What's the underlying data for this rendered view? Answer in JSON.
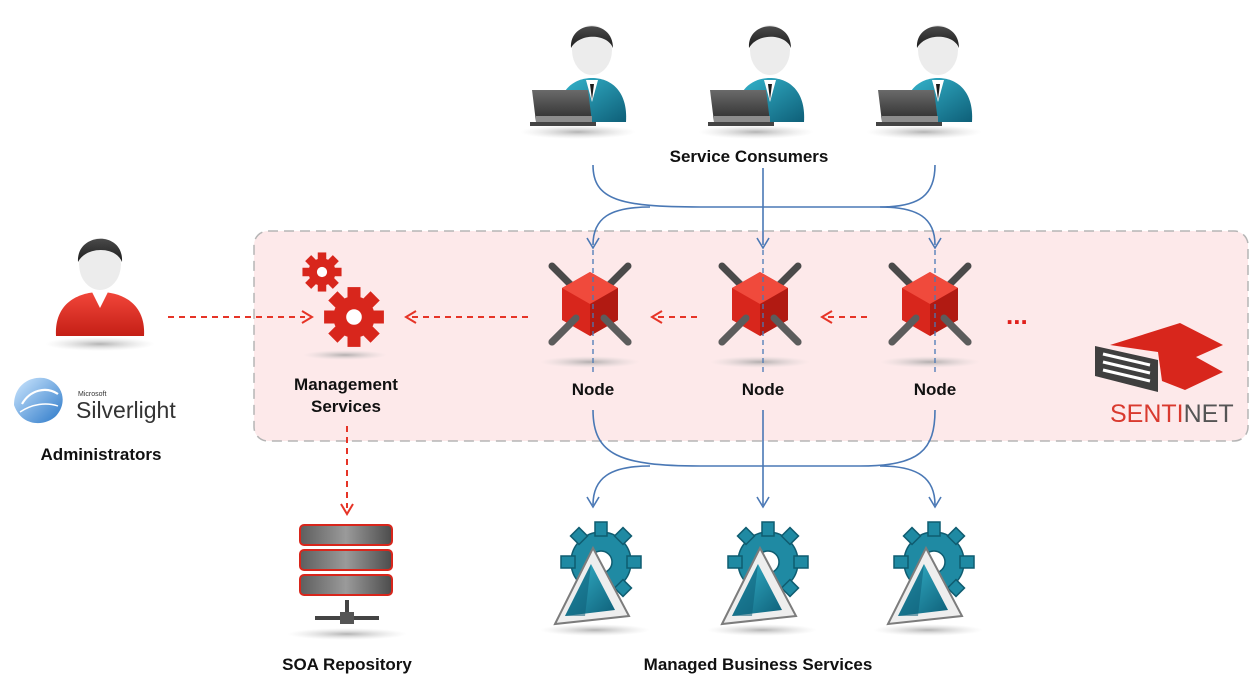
{
  "labels": {
    "service_consumers": "Service Consumers",
    "management_services_line1": "Management",
    "management_services_line2": "Services",
    "administrators": "Administrators",
    "soa_repository": "SOA Repository",
    "managed_business_services": "Managed Business Services",
    "node_1": "Node",
    "node_2": "Node",
    "node_3": "Node",
    "more_nodes": "...",
    "brand_part1": "SENTI",
    "brand_part2": "NET",
    "silverlight_microsoft": "Microsoft",
    "silverlight_name": "Silverlight"
  },
  "icons": {
    "consumer": "user-laptop-icon",
    "node": "node-cube-icon",
    "management": "gears-icon",
    "administrator": "administrator-user-icon",
    "repository": "database-server-icon",
    "service": "business-service-gear-icon",
    "silverlight": "silverlight-logo-icon",
    "brand": "sentinet-logo-icon"
  },
  "colors": {
    "accent_red": "#e0201c",
    "flow_blue": "#4a78b5",
    "zone_fill": "#fde9ea",
    "zone_border": "#b5b5b5",
    "teal": "#1f8aa3"
  }
}
